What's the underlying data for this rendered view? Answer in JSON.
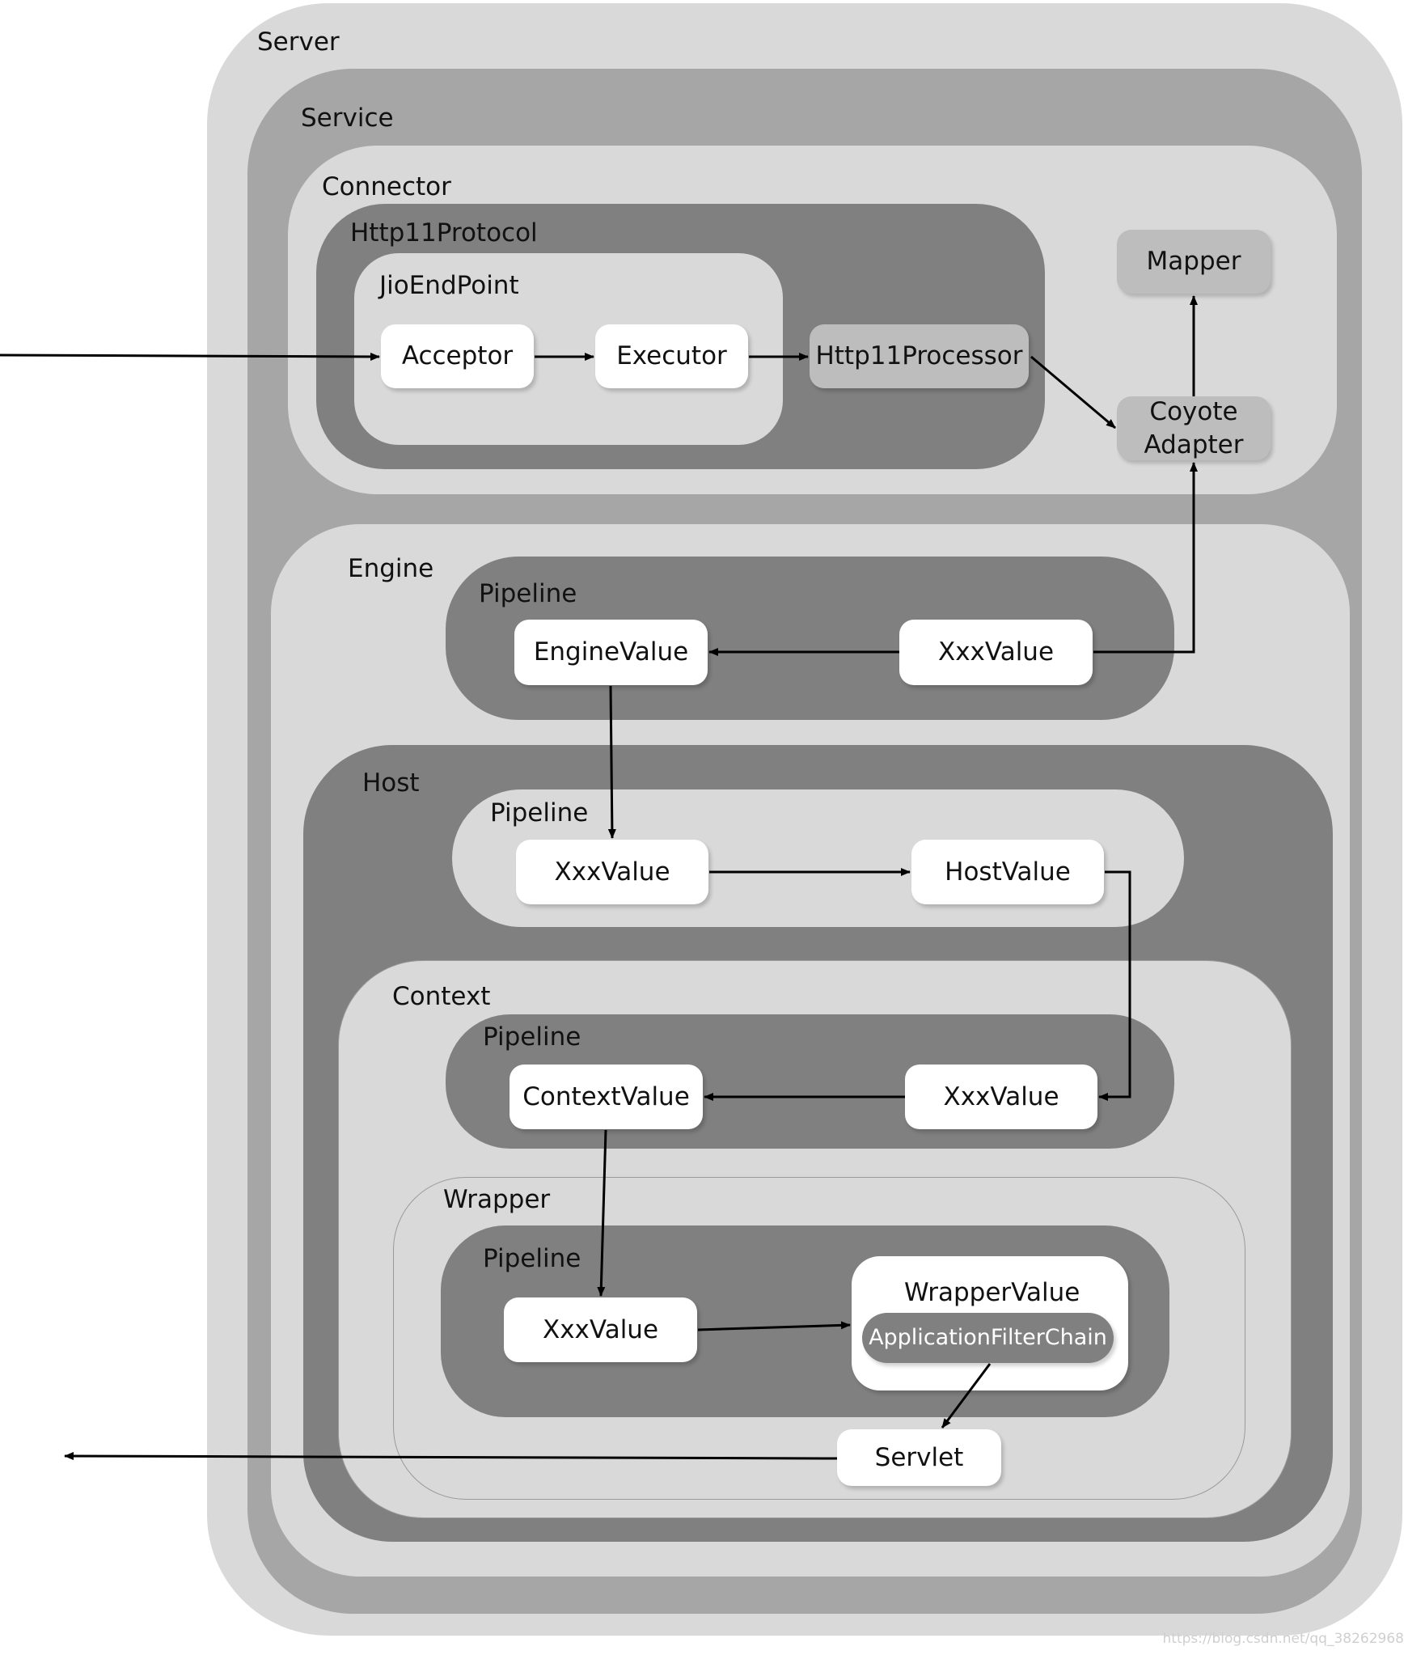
{
  "containers": {
    "server": "Server",
    "service": "Service",
    "connector": "Connector",
    "http11protocol": "Http11Protocol",
    "jioendpoint": "JioEndPoint",
    "engine": "Engine",
    "engine_pipeline": "Pipeline",
    "host": "Host",
    "host_pipeline": "Pipeline",
    "context": "Context",
    "context_pipeline": "Pipeline",
    "wrapper": "Wrapper",
    "wrapper_pipeline": "Pipeline"
  },
  "nodes": {
    "acceptor": "Acceptor",
    "executor": "Executor",
    "http11processor": "Http11Processor",
    "mapper": "Mapper",
    "coyote_adapter_line1": "Coyote",
    "coyote_adapter_line2": "Adapter",
    "engine_value": "EngineValue",
    "engine_xxx_value": "XxxValue",
    "host_xxx_value": "XxxValue",
    "host_value": "HostValue",
    "context_value": "ContextValue",
    "context_xxx_value": "XxxValue",
    "wrapper_xxx_value": "XxxValue",
    "wrapper_value": "WrapperValue",
    "application_filter_chain": "ApplicationFilterChain",
    "servlet": "Servlet"
  },
  "watermark": "https://blog.csdn.net/qq_38262968",
  "colors": {
    "server_bg": "#d9d9d9",
    "service_bg": "#a6a6a6",
    "light_bg": "#d9d9d9",
    "dark_bg": "#808080",
    "node_bg": "#ffffff",
    "arrow": "#000000"
  }
}
